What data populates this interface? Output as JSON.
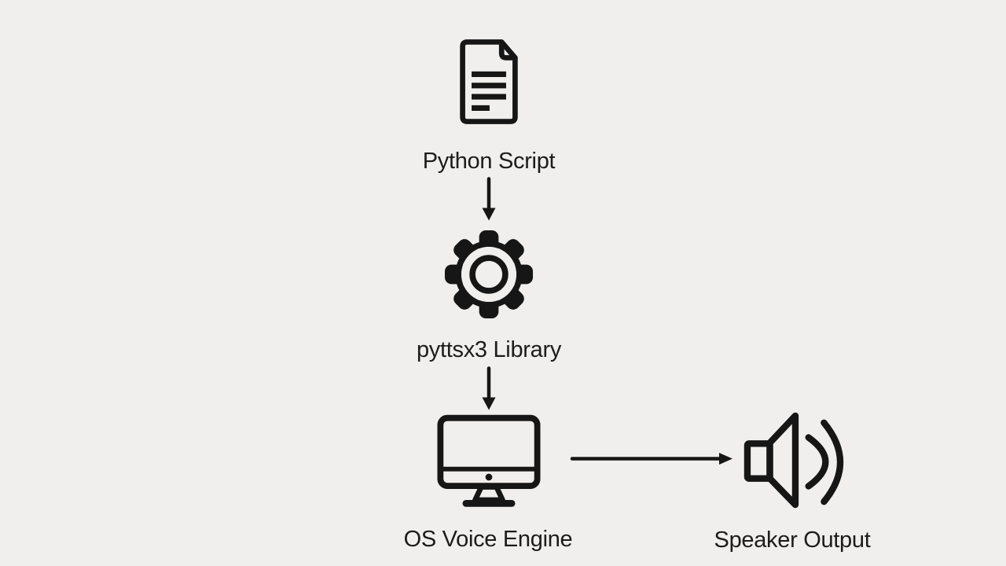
{
  "canvas": {
    "background_color": "#f0efee",
    "line_color": "#161616",
    "text_color": "#1c1c1c"
  },
  "diagram": {
    "title": "",
    "nodes": [
      {
        "id": "python-script",
        "label": "Python Script",
        "icon": "document-icon"
      },
      {
        "id": "pyttsx3-library",
        "label": "pyttsx3 Library",
        "icon": "gear-icon"
      },
      {
        "id": "os-voice-engine",
        "label": "OS Voice Engine",
        "icon": "monitor-icon"
      },
      {
        "id": "speaker-output",
        "label": "Speaker Output",
        "icon": "speaker-icon"
      }
    ],
    "edges": [
      {
        "from": "python-script",
        "to": "pyttsx3-library",
        "direction": "down",
        "icon": "arrow-down-icon"
      },
      {
        "from": "pyttsx3-library",
        "to": "os-voice-engine",
        "direction": "down",
        "icon": "arrow-down-icon"
      },
      {
        "from": "os-voice-engine",
        "to": "speaker-output",
        "direction": "right",
        "icon": "arrow-right-icon"
      }
    ]
  }
}
